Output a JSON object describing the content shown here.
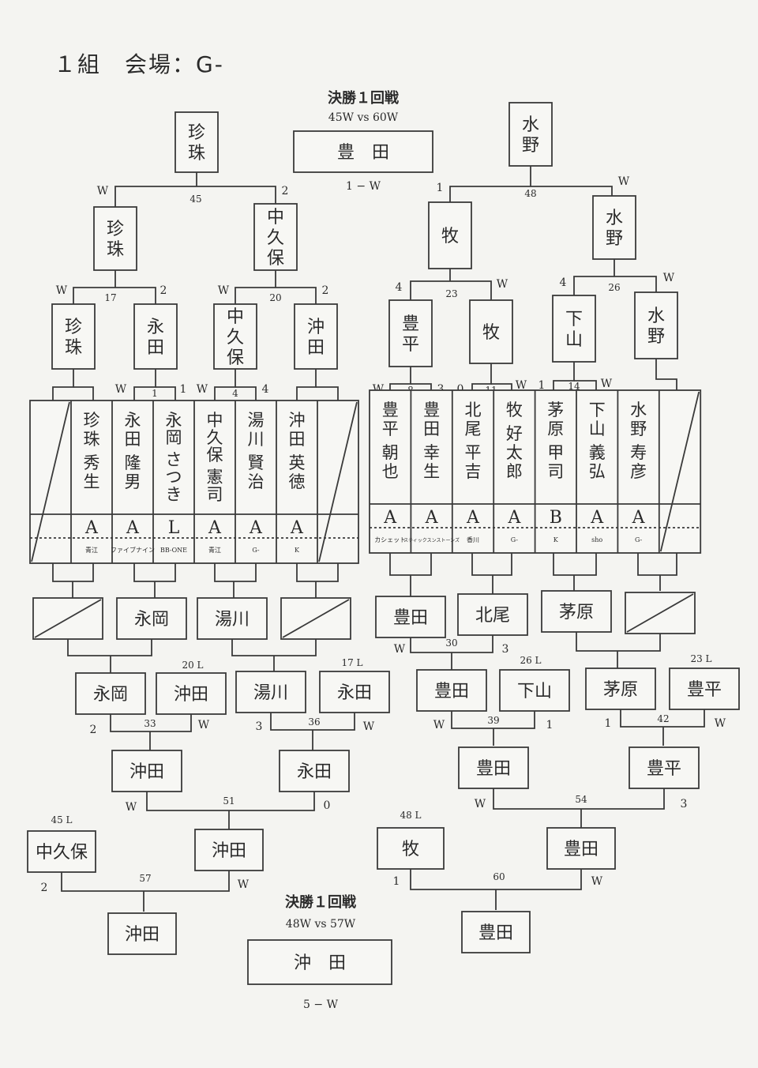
{
  "page_title": "１組　会場：G-",
  "final_top": {
    "title": "決勝１回戦",
    "matchup": "45W vs 60W",
    "winner": "豊　田",
    "score": "1 − W"
  },
  "final_bottom": {
    "title": "決勝１回戦",
    "matchup": "48W vs 57W",
    "winner": "沖　田",
    "score": "5 − W"
  },
  "upper_left": {
    "champ": "珍珠",
    "semi": [
      "珍珠",
      "中久保"
    ],
    "qf": [
      "珍珠",
      "永田",
      "中久保",
      "沖田"
    ],
    "match_numbers": {
      "m45": "45",
      "m17": "17",
      "m20": "20",
      "m1": "1",
      "m4": "4"
    },
    "scores": {
      "m45_l": "W",
      "m45_r": "2",
      "m17_l": "W",
      "m17_r": "2",
      "m20_l": "W",
      "m20_r": "2",
      "m1_l": "W",
      "m1_r": "1",
      "m4_l": "W",
      "m4_r": "4"
    }
  },
  "upper_right": {
    "champ": "水野",
    "semi": [
      "牧",
      "水野"
    ],
    "qf": [
      "豊平",
      "牧",
      "下山",
      "水野"
    ],
    "match_numbers": {
      "m48": "48",
      "m23": "23",
      "m26": "26",
      "m8": "8",
      "m11": "11",
      "m14": "14"
    },
    "scores": {
      "m48_l": "1",
      "m48_r": "W",
      "m23_l": "4",
      "m23_r": "W",
      "m26_l": "4",
      "m26_r": "W",
      "m8_l": "W",
      "m8_r": "3",
      "m11_l": "0",
      "m11_r": "W",
      "m14_l": "1",
      "m14_r": "W"
    }
  },
  "players_left": [
    {
      "name": "珍珠 秀生",
      "grade": "A",
      "team": "青江"
    },
    {
      "name": "永田 隆男",
      "grade": "A",
      "team": "ファイブナイン"
    },
    {
      "name": "永岡 さつき",
      "grade": "L",
      "team": "BB-ONE"
    },
    {
      "name": "中久保 憲司",
      "grade": "A",
      "team": "青江"
    },
    {
      "name": "湯川 賢治",
      "grade": "A",
      "team": "G-"
    },
    {
      "name": "沖田 英徳",
      "grade": "A",
      "team": "K"
    }
  ],
  "players_right": [
    {
      "name": "豊平 朝也",
      "grade": "A",
      "team": "カシェット"
    },
    {
      "name": "豊田 幸生",
      "grade": "A",
      "team": "スティックスンストーンズ"
    },
    {
      "name": "北尾 平吉",
      "grade": "A",
      "team": "香川"
    },
    {
      "name": "牧 好太郎",
      "grade": "A",
      "team": "G-"
    },
    {
      "name": "茅原 甲司",
      "grade": "B",
      "team": "K"
    },
    {
      "name": "下山 義弘",
      "grade": "A",
      "team": "sho"
    },
    {
      "name": "水野 寿彦",
      "grade": "A",
      "team": "G-"
    }
  ],
  "lower_left": {
    "r1": [
      "永岡",
      "湯川"
    ],
    "r2": [
      "永岡",
      "沖田",
      "湯川",
      "永田"
    ],
    "r2_loser_tags": [
      "20 L",
      "17 L"
    ],
    "r2_numbers": [
      "33",
      "36"
    ],
    "r2_scores": {
      "m33_l": "2",
      "m33_r": "W",
      "m36_l": "3",
      "m36_r": "W"
    },
    "r3": [
      "沖田",
      "永田"
    ],
    "r3_number": "51",
    "r3_scores": {
      "l": "W",
      "r": "0"
    },
    "r4": [
      "中久保",
      "沖田"
    ],
    "r4_loser_tag": "45 L",
    "r4_number": "57",
    "r4_scores": {
      "l": "2",
      "r": "W"
    },
    "winner": "沖田"
  },
  "lower_right": {
    "r1": [
      "豊田",
      "北尾",
      "茅原"
    ],
    "r1_number": "30",
    "r1_scores": {
      "l": "W",
      "r": "3"
    },
    "r2": [
      "豊田",
      "下山",
      "茅原",
      "豊平"
    ],
    "r2_loser_tags": [
      "26 L",
      "23 L"
    ],
    "r2_numbers": [
      "39",
      "42"
    ],
    "r2_scores": {
      "m39_l": "W",
      "m39_r": "1",
      "m42_l": "1",
      "m42_r": "W"
    },
    "r3": [
      "豊田",
      "豊平"
    ],
    "r3_number": "54",
    "r3_scores": {
      "l": "W",
      "r": "3"
    },
    "r4": [
      "牧",
      "豊田"
    ],
    "r4_loser_tag": "48 L",
    "r4_number": "60",
    "r4_scores": {
      "l": "1",
      "r": "W"
    },
    "winner": "豊田"
  }
}
